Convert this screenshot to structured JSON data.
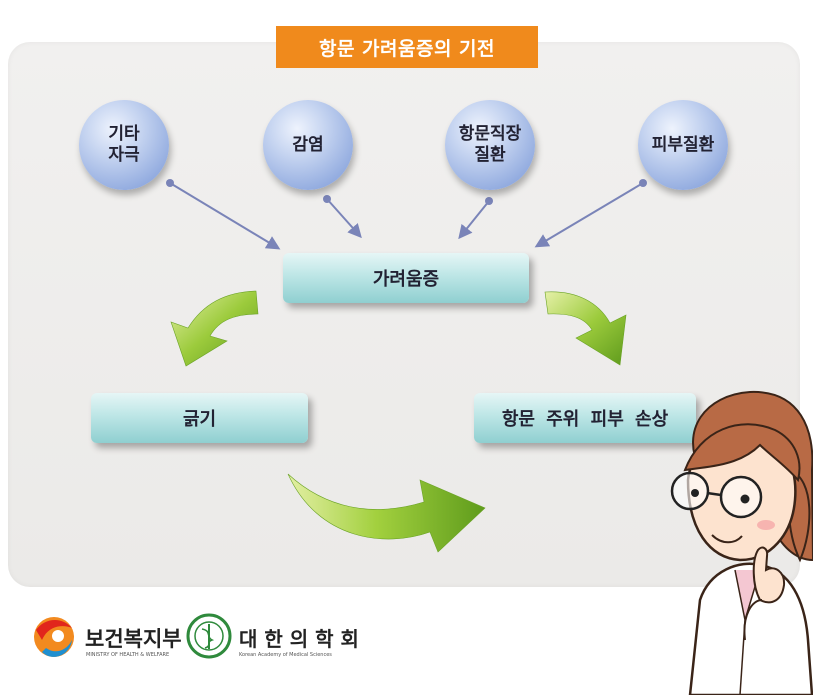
{
  "title": "항문 가려움증의 기전",
  "causes": [
    "기타\n자극",
    "감염",
    "항문직장\n질환",
    "피부질환"
  ],
  "center": "가려움증",
  "left_effect": "긁기",
  "right_effect": "항문 주위 피부 손상",
  "logos": {
    "ministry_name": "보건복지부",
    "ministry_sub": "MINISTRY OF HEALTH & WELFARE",
    "academy_name": "대 한 의 학 회",
    "academy_sub": "Korean Academy of Medical Sciences"
  },
  "colors": {
    "title_bg": "#f08a1c",
    "arrow_green": "#7ab22a",
    "connector": "#7a84b8"
  }
}
